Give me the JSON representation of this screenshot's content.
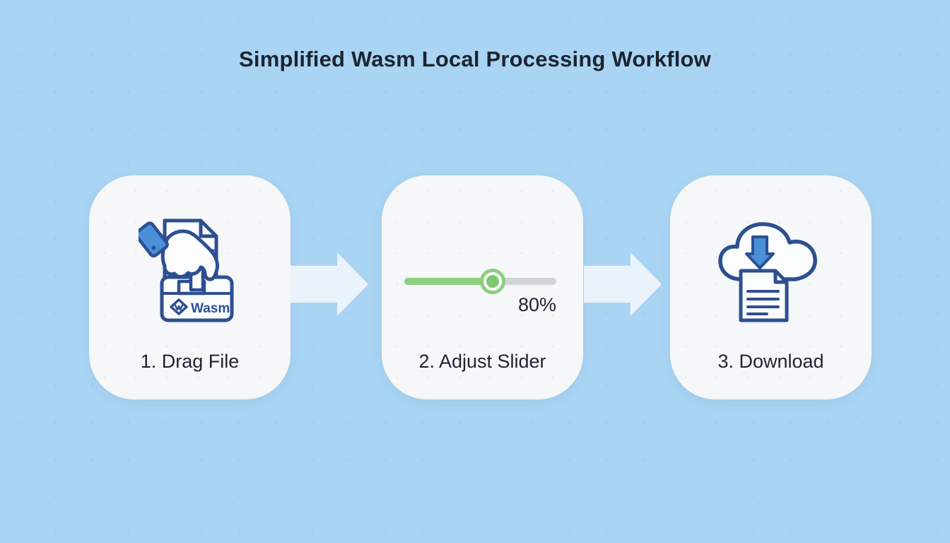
{
  "title": "Simplified Wasm Local Processing Workflow",
  "steps": [
    {
      "id": "drag-file",
      "label": "1. Drag File",
      "badge_text": "Wasm"
    },
    {
      "id": "adjust-slider",
      "label": "2. Adjust Slider",
      "slider": {
        "value_text": "80%",
        "fill_percent": 58
      }
    },
    {
      "id": "download",
      "label": "3. Download"
    }
  ],
  "colors": {
    "background": "#a9d4f3",
    "card": "#f5f7f8",
    "outline_navy": "#2d4f92",
    "fill_blue": "#4a90d9",
    "icon_fill": "#fbfcfd",
    "slider_green": "#8ccf80",
    "slider_green_dark": "#7cc970",
    "slider_track": "#d2d4d6",
    "arrow": "#eaf2fb",
    "text": "#1d2430"
  }
}
